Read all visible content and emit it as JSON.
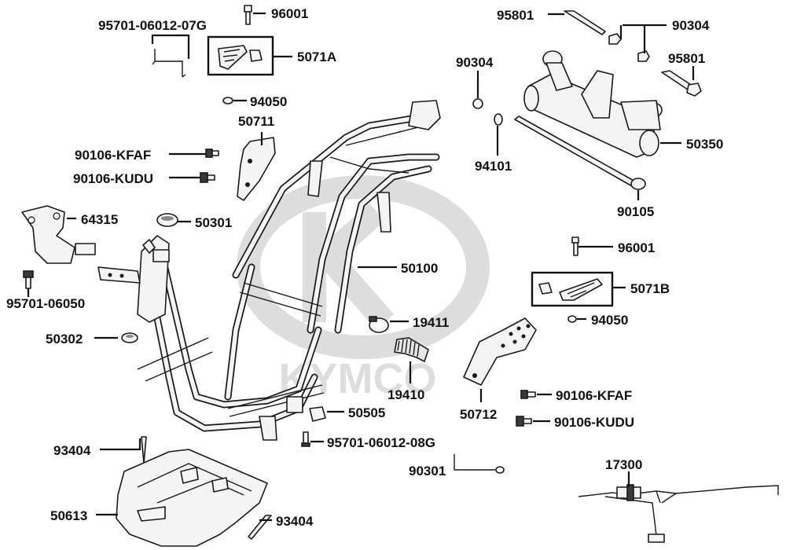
{
  "brand": {
    "watermark": "KYMCO"
  },
  "labels": {
    "p95701_06012_07G": "95701-06012-07G",
    "p96001_top": "96001",
    "p5071A": "5071A",
    "p94050_top": "94050",
    "p50711": "50711",
    "p90106_KFAF_left": "90106-KFAF",
    "p90106_KUDU_left": "90106-KUDU",
    "p64315": "64315",
    "p50301": "50301",
    "p95701_06050": "95701-06050",
    "p50302": "50302",
    "p95801_top": "95801",
    "p90304_top": "90304",
    "p90304_left": "90304",
    "p95801_right": "95801",
    "p50350": "50350",
    "p94101": "94101",
    "p90105": "90105",
    "p50100": "50100",
    "p96001_right": "96001",
    "p5071B": "5071B",
    "p94050_right": "94050",
    "p19411": "19411",
    "p19410": "19410",
    "p50712": "50712",
    "p90106_KFAF_right": "90106-KFAF",
    "p90106_KUDU_right": "90106-KUDU",
    "p50505": "50505",
    "p95701_06012_08G": "95701-06012-08G",
    "p93404_top": "93404",
    "p93404_bottom": "93404",
    "p50613": "50613",
    "p90301": "90301",
    "p17300": "17300"
  }
}
